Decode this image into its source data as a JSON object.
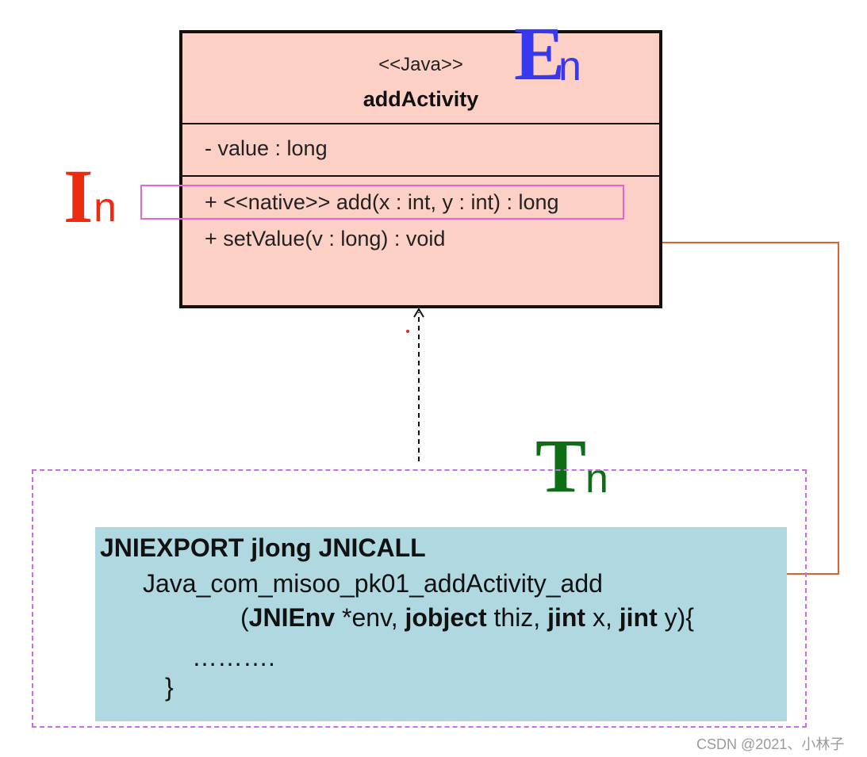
{
  "uml_class": {
    "stereotype": "<<Java>>",
    "name": "addActivity",
    "attribute": "- value : long",
    "operations": {
      "native_add": "+ <<native>> add(x : int, y : int) : long",
      "set_value": "+ setValue(v : long) : void"
    }
  },
  "labels": {
    "e_letter": "E",
    "e_sub": "n",
    "i_letter": "I",
    "i_sub": "n",
    "t_letter": "T",
    "t_sub": "n"
  },
  "native_code": {
    "line1": "JNIEXPORT jlong JNICALL",
    "line2": "Java_com_misoo_pk01_addActivity_add",
    "line3": {
      "open": "(",
      "env_type": "JNIEnv",
      "env_name": " *env, ",
      "obj_type": "jobject",
      "obj_name": " thiz, ",
      "x_type": "jint",
      "x_name": " x, ",
      "y_type": "jint",
      "y_name": " y){"
    },
    "line4": "……….",
    "line5": "}"
  },
  "watermark": "CSDN @2021、小林子",
  "colors": {
    "class_fill": "#fdd0c6",
    "code_fill": "#b0d8e0",
    "e_label": "#3838ee",
    "i_label": "#ee2a10",
    "t_label": "#0e6e15",
    "highlight_frame": "#e765d1",
    "boundary": "#c76de8",
    "connector": "#e0612c",
    "annotation": "#ee2020"
  }
}
